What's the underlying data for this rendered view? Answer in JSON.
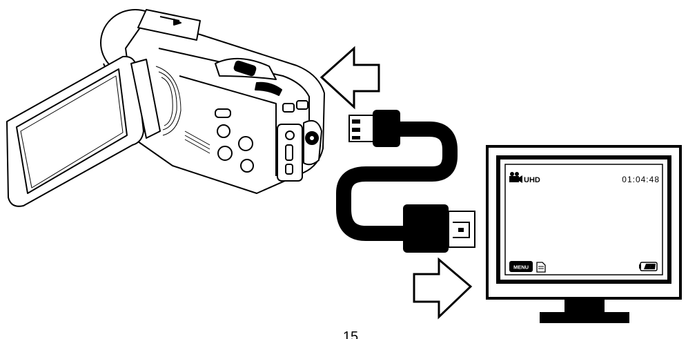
{
  "monitor_screen": {
    "mode": "UHD",
    "timecode": "01:04:48",
    "menu_label": "MENU",
    "mode_icon": "video-camera-icon",
    "storage_icon": "sd-card-icon",
    "battery_icon": "battery-icon"
  },
  "page_number": "15",
  "icons": {
    "camcorder": "camcorder-icon",
    "cable": "hdmi-cable-icon",
    "arrow_left": "arrow-left-icon",
    "arrow_right": "arrow-right-icon",
    "monitor": "monitor-icon"
  },
  "colors": {
    "line": "#000000",
    "background": "#ffffff",
    "screen_gray": "#cfcfcf"
  }
}
